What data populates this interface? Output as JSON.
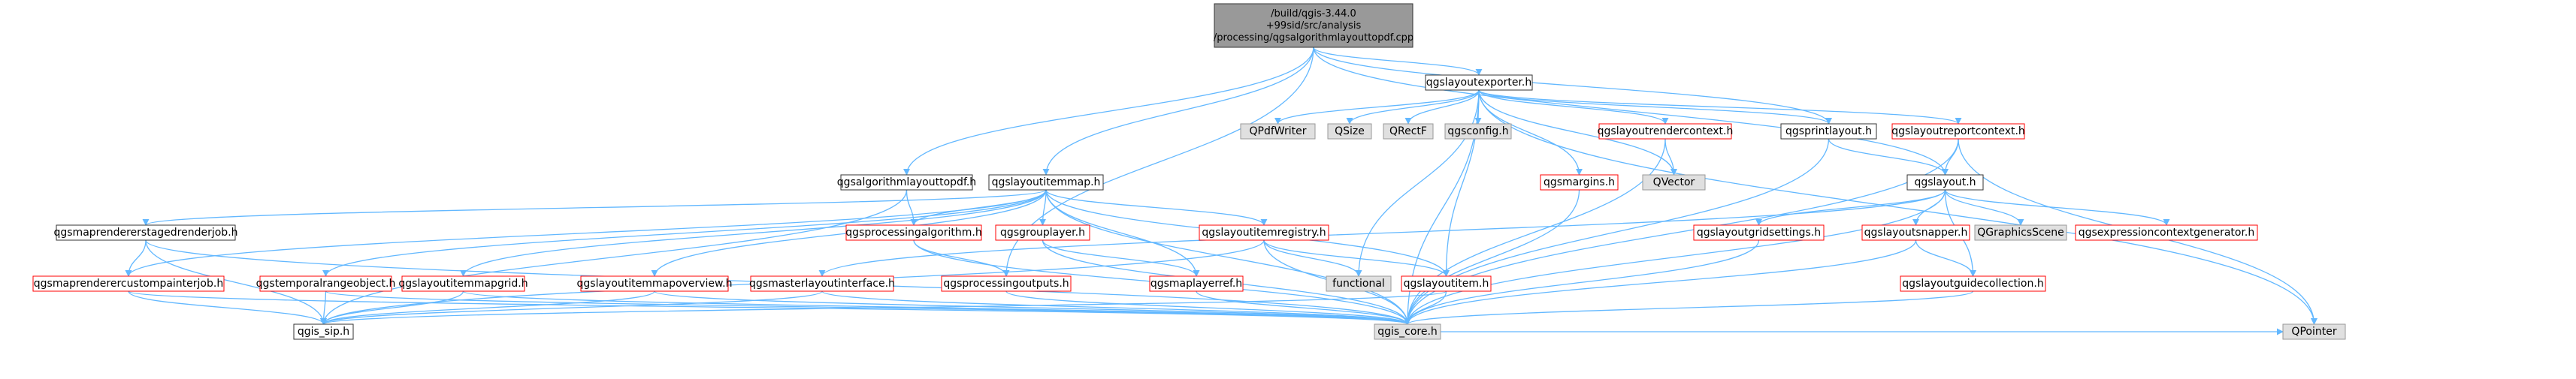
{
  "colors": {
    "edge": "#63b8ff",
    "root_fill": "#999999",
    "normal_fill": "#ffffff",
    "normal_stroke": "#333333",
    "missing_fill": "#e0e0e0",
    "missing_stroke": "#999999",
    "incomplete_stroke": "#ff0000"
  },
  "nodes": [
    {
      "id": "root",
      "lines": [
        "/build/qgis-3.44.0",
        "+99sid/src/analysis",
        "/processing/qgsalgorithmlayouttopdf.cpp"
      ],
      "style": "root"
    },
    {
      "id": "exporter",
      "lines": [
        "qgslayoutexporter.h"
      ],
      "style": "normal"
    },
    {
      "id": "algopdf",
      "lines": [
        "qgsalgorithmlayouttopdf.h"
      ],
      "style": "normal"
    },
    {
      "id": "itemmap",
      "lines": [
        "qgslayoutitemmap.h"
      ],
      "style": "normal"
    },
    {
      "id": "qpdfwriter",
      "lines": [
        "QPdfWriter"
      ],
      "style": "missing"
    },
    {
      "id": "qsize",
      "lines": [
        "QSize"
      ],
      "style": "missing"
    },
    {
      "id": "qrectf",
      "lines": [
        "QRectF"
      ],
      "style": "missing"
    },
    {
      "id": "qgsconfig",
      "lines": [
        "qgsconfig.h"
      ],
      "style": "missing"
    },
    {
      "id": "rendercontext",
      "lines": [
        "qgslayoutrendercontext.h"
      ],
      "style": "incomplete"
    },
    {
      "id": "printlayout",
      "lines": [
        "qgsprintlayout.h"
      ],
      "style": "normal"
    },
    {
      "id": "reportcontext",
      "lines": [
        "qgslayoutreportcontext.h"
      ],
      "style": "incomplete"
    },
    {
      "id": "margins",
      "lines": [
        "qgsmargins.h"
      ],
      "style": "incomplete"
    },
    {
      "id": "qvector",
      "lines": [
        "QVector"
      ],
      "style": "missing"
    },
    {
      "id": "layout",
      "lines": [
        "qgslayout.h"
      ],
      "style": "normal"
    },
    {
      "id": "staged",
      "lines": [
        "qgsmaprendererstagedrenderjob.h"
      ],
      "style": "normal"
    },
    {
      "id": "procalgo",
      "lines": [
        "qgsprocessingalgorithm.h"
      ],
      "style": "incomplete"
    },
    {
      "id": "grouplayer",
      "lines": [
        "qgsgrouplayer.h"
      ],
      "style": "incomplete"
    },
    {
      "id": "registry",
      "lines": [
        "qgslayoutitemregistry.h"
      ],
      "style": "incomplete"
    },
    {
      "id": "gridsettings",
      "lines": [
        "qgslayoutgridsettings.h"
      ],
      "style": "incomplete"
    },
    {
      "id": "snapper",
      "lines": [
        "qgslayoutsnapper.h"
      ],
      "style": "incomplete"
    },
    {
      "id": "qgraphicsscene",
      "lines": [
        "QGraphicsScene"
      ],
      "style": "missing"
    },
    {
      "id": "exprgen",
      "lines": [
        "qgsexpressioncontextgenerator.h"
      ],
      "style": "incomplete"
    },
    {
      "id": "custompainter",
      "lines": [
        "qgsmaprenderercustompainterjob.h"
      ],
      "style": "incomplete"
    },
    {
      "id": "temporalrange",
      "lines": [
        "qgstemporalrangeobject.h"
      ],
      "style": "incomplete"
    },
    {
      "id": "mapgrid",
      "lines": [
        "qgslayoutitemmapgrid.h"
      ],
      "style": "incomplete"
    },
    {
      "id": "mapoverview",
      "lines": [
        "qgslayoutitemmapoverview.h"
      ],
      "style": "incomplete"
    },
    {
      "id": "masterlayout",
      "lines": [
        "qgsmasterlayoutinterface.h"
      ],
      "style": "incomplete"
    },
    {
      "id": "procoutputs",
      "lines": [
        "qgsprocessingoutputs.h"
      ],
      "style": "incomplete"
    },
    {
      "id": "maplayerref",
      "lines": [
        "qgsmaplayerref.h"
      ],
      "style": "incomplete"
    },
    {
      "id": "functional",
      "lines": [
        "functional"
      ],
      "style": "missing"
    },
    {
      "id": "layoutitem",
      "lines": [
        "qgslayoutitem.h"
      ],
      "style": "incomplete"
    },
    {
      "id": "guidecollection",
      "lines": [
        "qgslayoutguidecollection.h"
      ],
      "style": "incomplete"
    },
    {
      "id": "qpointer",
      "lines": [
        "QPointer"
      ],
      "style": "missing"
    },
    {
      "id": "qgissip",
      "lines": [
        "qgis_sip.h"
      ],
      "style": "normal"
    },
    {
      "id": "qgiscore",
      "lines": [
        "qgis_core.h"
      ],
      "style": "missing"
    }
  ],
  "edges": [
    [
      "root",
      "exporter"
    ],
    [
      "root",
      "algopdf"
    ],
    [
      "root",
      "itemmap"
    ],
    [
      "root",
      "printlayout"
    ],
    [
      "root",
      "layout"
    ],
    [
      "root",
      "procoutputs"
    ],
    [
      "exporter",
      "qpdfwriter"
    ],
    [
      "exporter",
      "qsize"
    ],
    [
      "exporter",
      "qrectf"
    ],
    [
      "exporter",
      "qgsconfig"
    ],
    [
      "exporter",
      "rendercontext"
    ],
    [
      "exporter",
      "printlayout"
    ],
    [
      "exporter",
      "reportcontext"
    ],
    [
      "exporter",
      "margins"
    ],
    [
      "exporter",
      "qvector"
    ],
    [
      "exporter",
      "functional"
    ],
    [
      "exporter",
      "layoutitem"
    ],
    [
      "exporter",
      "qgiscore"
    ],
    [
      "exporter",
      "qpointer"
    ],
    [
      "algopdf",
      "procalgo"
    ],
    [
      "algopdf",
      "qgissip"
    ],
    [
      "itemmap",
      "staged"
    ],
    [
      "itemmap",
      "procalgo"
    ],
    [
      "itemmap",
      "grouplayer"
    ],
    [
      "itemmap",
      "registry"
    ],
    [
      "itemmap",
      "custompainter"
    ],
    [
      "itemmap",
      "temporalrange"
    ],
    [
      "itemmap",
      "mapgrid"
    ],
    [
      "itemmap",
      "mapoverview"
    ],
    [
      "itemmap",
      "maplayerref"
    ],
    [
      "itemmap",
      "layoutitem"
    ],
    [
      "itemmap",
      "qgiscore"
    ],
    [
      "rendercontext",
      "qvector"
    ],
    [
      "rendercontext",
      "qgiscore"
    ],
    [
      "printlayout",
      "layout"
    ],
    [
      "printlayout",
      "qgiscore"
    ],
    [
      "reportcontext",
      "layout"
    ],
    [
      "reportcontext",
      "qgiscore"
    ],
    [
      "reportcontext",
      "qpointer"
    ],
    [
      "margins",
      "qgiscore"
    ],
    [
      "layout",
      "gridsettings"
    ],
    [
      "layout",
      "snapper"
    ],
    [
      "layout",
      "qgraphicsscene"
    ],
    [
      "layout",
      "exprgen"
    ],
    [
      "layout",
      "guidecollection"
    ],
    [
      "layout",
      "masterlayout"
    ],
    [
      "layout",
      "qgiscore"
    ],
    [
      "staged",
      "custompainter"
    ],
    [
      "staged",
      "qgissip"
    ],
    [
      "staged",
      "qgiscore"
    ],
    [
      "procalgo",
      "procoutputs"
    ],
    [
      "procalgo",
      "qgiscore"
    ],
    [
      "grouplayer",
      "maplayerref"
    ],
    [
      "grouplayer",
      "qgiscore"
    ],
    [
      "registry",
      "functional"
    ],
    [
      "registry",
      "layoutitem"
    ],
    [
      "registry",
      "qgissip"
    ],
    [
      "registry",
      "qgiscore"
    ],
    [
      "gridsettings",
      "qgiscore"
    ],
    [
      "snapper",
      "guidecollection"
    ],
    [
      "snapper",
      "qgiscore"
    ],
    [
      "custompainter",
      "qgissip"
    ],
    [
      "custompainter",
      "qgiscore"
    ],
    [
      "temporalrange",
      "qgissip"
    ],
    [
      "temporalrange",
      "qgiscore"
    ],
    [
      "mapgrid",
      "qgissip"
    ],
    [
      "mapgrid",
      "qgiscore"
    ],
    [
      "mapoverview",
      "qgissip"
    ],
    [
      "mapoverview",
      "qgiscore"
    ],
    [
      "masterlayout",
      "qgissip"
    ],
    [
      "masterlayout",
      "qgiscore"
    ],
    [
      "procoutputs",
      "qgiscore"
    ],
    [
      "maplayerref",
      "qgiscore"
    ],
    [
      "layoutitem",
      "qgissip"
    ],
    [
      "layoutitem",
      "qgiscore"
    ],
    [
      "guidecollection",
      "qgiscore"
    ],
    [
      "qgiscore",
      "qpointer"
    ]
  ]
}
